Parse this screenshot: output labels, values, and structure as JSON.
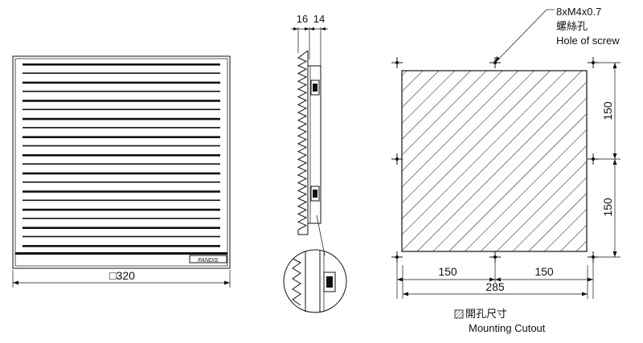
{
  "front_view": {
    "width_label": "□320",
    "brand_label": "FANDIS"
  },
  "side_view": {
    "depth_left": "16",
    "depth_right": "14"
  },
  "cutout": {
    "screw_spec": "8xM4x0.7",
    "screw_cn": "螺絲孔",
    "screw_en": "Hole of screw",
    "dim_right_top": "150",
    "dim_right_bottom": "150",
    "dim_bottom_left": "150",
    "dim_bottom_right": "150",
    "dim_total": "285",
    "legend_cn": "開孔尺寸",
    "legend_en": "Mounting Cutout"
  }
}
